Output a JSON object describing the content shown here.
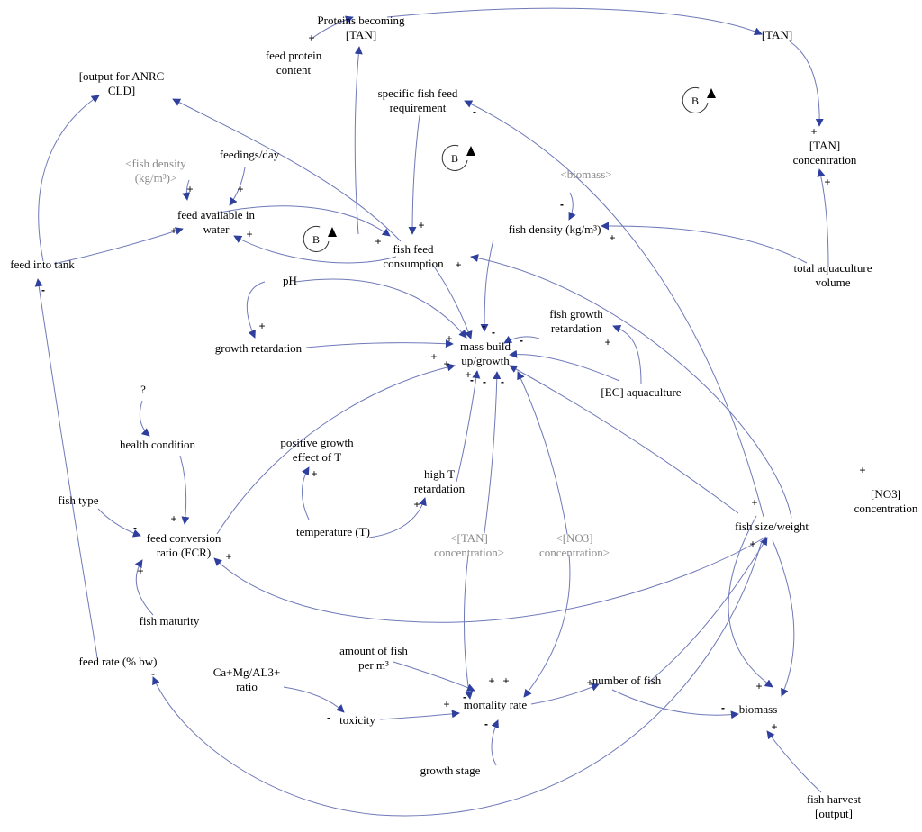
{
  "variables": {
    "proteins_tan": [
      "Proteins becoming",
      "[TAN]"
    ],
    "tan": [
      "[TAN]"
    ],
    "feed_protein": [
      "feed protein",
      "content"
    ],
    "output_anrc": [
      "[output for ANRC",
      "CLD]"
    ],
    "specific_feed": [
      "specific fish feed",
      "requirement"
    ],
    "tan_conc": [
      "[TAN]",
      "concentration"
    ],
    "fish_density_shadow": [
      "<fish density",
      "(kg/m³)>"
    ],
    "feedings_day": [
      "feedings/day"
    ],
    "biomass_shadow": [
      "<biomass>"
    ],
    "feed_available": [
      "feed available in",
      "water"
    ],
    "fish_density": [
      "fish density (kg/m³)"
    ],
    "fish_feed_consumption": [
      "fish feed",
      "consumption"
    ],
    "feed_into_tank": [
      "feed into tank"
    ],
    "total_volume": [
      "total aquaculture",
      "volume"
    ],
    "ph": [
      "pH"
    ],
    "fish_growth_ret": [
      "fish growth",
      "retardation"
    ],
    "growth_ret": [
      "growth retardation"
    ],
    "mass_buildup": [
      "mass build",
      "up/growth"
    ],
    "ec_aquaculture": [
      "[EC] aquaculture"
    ],
    "question": [
      "?"
    ],
    "health_condition": [
      "health condition"
    ],
    "positive_growth_T": [
      "positive growth",
      "effect of T"
    ],
    "high_T_ret": [
      "high T",
      "retardation"
    ],
    "no3_conc": [
      "[NO3]",
      "concentration"
    ],
    "fish_type": [
      "fish type"
    ],
    "fcr": [
      "feed conversion",
      "ratio (FCR)"
    ],
    "temperature": [
      "temperature (T)"
    ],
    "tan_conc_shadow": [
      "<[TAN]",
      "concentration>"
    ],
    "no3_conc_shadow": [
      "<[NO3]",
      "concentration>"
    ],
    "fish_size": [
      "fish size/weight"
    ],
    "fish_maturity": [
      "fish maturity"
    ],
    "feed_rate": [
      "feed rate (% bw)"
    ],
    "amount_fish": [
      "amount of fish",
      "per m³"
    ],
    "ca_mg": [
      "Ca+Mg/AL3+",
      "ratio"
    ],
    "mortality": [
      "mortality rate"
    ],
    "number_fish": [
      "number of fish"
    ],
    "toxicity": [
      "toxicity"
    ],
    "biomass": [
      "biomass"
    ],
    "growth_stage": [
      "growth stage"
    ],
    "fish_harvest": [
      "fish harvest",
      "[output]"
    ]
  },
  "loops": [
    "B",
    "B",
    "B"
  ],
  "polarities": [
    "+",
    "+",
    "+",
    "-",
    "+",
    "+",
    "+",
    "+",
    "-",
    "+",
    "+",
    "+",
    "+",
    "-",
    "+",
    "+",
    "+",
    "-",
    "-",
    "-",
    "+",
    "+",
    "-",
    "-",
    "-",
    "+",
    "+",
    "+",
    "+",
    "+",
    "-",
    "+",
    "+",
    "+",
    "-",
    "-",
    "+",
    "+",
    "+",
    "-",
    "-",
    "+",
    "-",
    "+",
    "+",
    "+"
  ]
}
